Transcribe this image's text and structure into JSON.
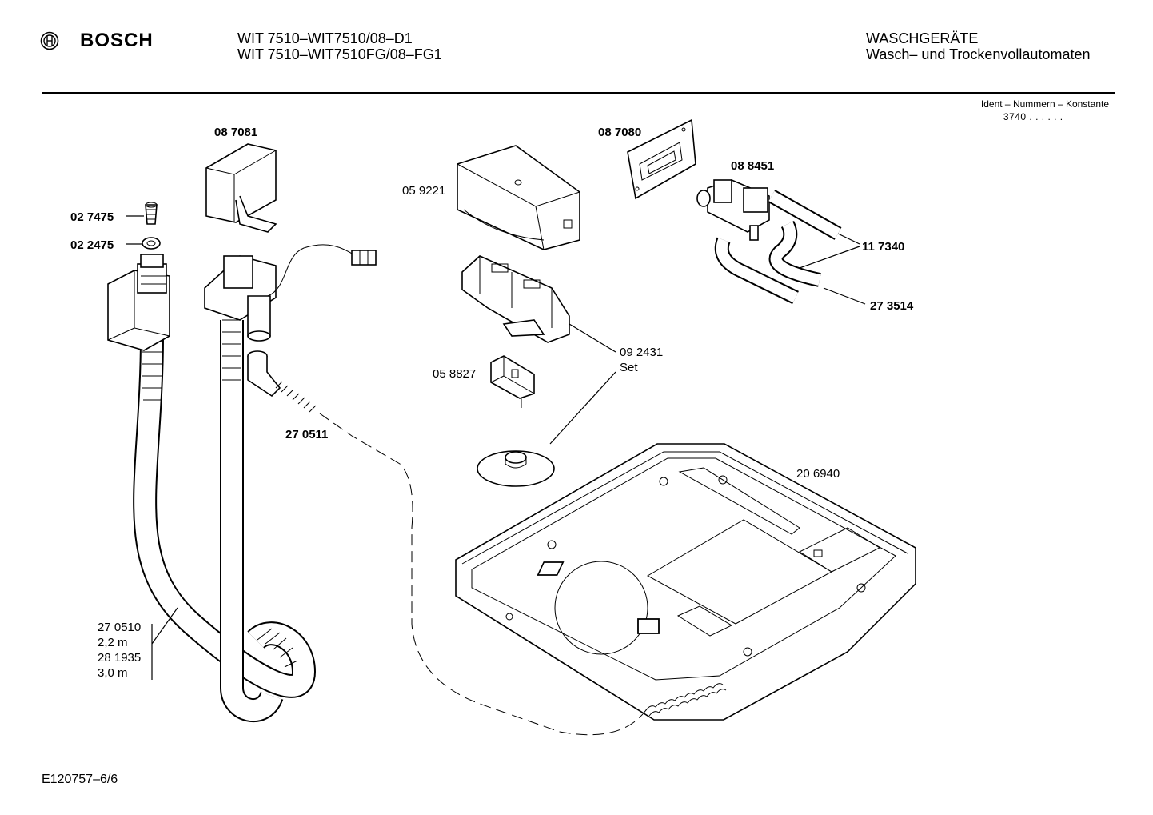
{
  "header": {
    "brand": "BOSCH",
    "models": [
      "WIT 7510–WIT7510/08–D1",
      "WIT 7510–WIT7510FG/08–FG1"
    ],
    "category": "WASCHGERÄTE",
    "subcategory": "Wasch– und Trockenvollautomaten"
  },
  "ident": {
    "title": "Ident – Nummern – Konstante",
    "code": "3740  .  .   .  .  .  ."
  },
  "parts": {
    "p087081": "08 7081",
    "p027475": "02 7475",
    "p022475": "02 2475",
    "p059221": "05 9221",
    "p087080": "08 7080",
    "p088451": "08 8451",
    "p117340": "11 7340",
    "p273514": "27 3514",
    "p092431": "09 2431",
    "p092431_set": "Set",
    "p058827": "05 8827",
    "p270511": "27 0511",
    "p206940": "20 6940",
    "hose_lines": [
      "27 0510",
      "2,2 m",
      "28 1935",
      "3,0 m"
    ]
  },
  "footer": {
    "drawing_id": "E120757–6/6"
  }
}
